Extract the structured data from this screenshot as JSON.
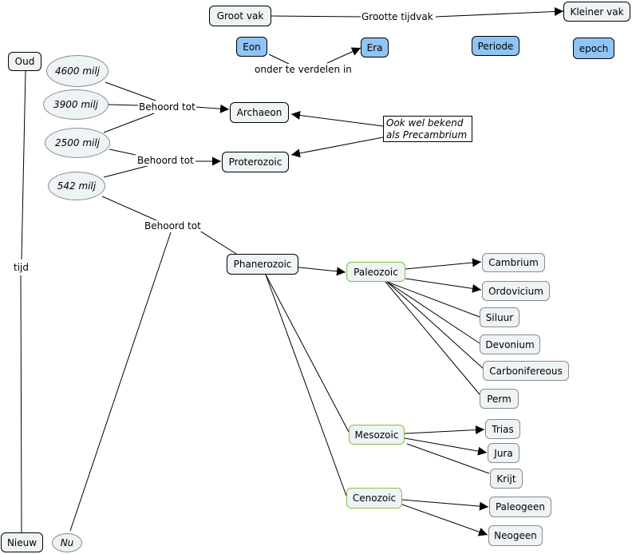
{
  "legend": {
    "groot_vak": "Groot vak",
    "grootte_tijdvak": "Grootte tijdvak",
    "kleiner_vak": "Kleiner vak",
    "eon": "Eon",
    "era": "Era",
    "periode": "Periode",
    "epoch": "epoch",
    "onder_te_verdelen": "onder te verdelen in"
  },
  "timeline": {
    "oud": "Oud",
    "nieuw": "Nieuw",
    "tijd": "tijd"
  },
  "times": {
    "t4600": "4600 milj",
    "t3900": "3900 milj",
    "t2500": "2500 milj",
    "t542": "542 milj",
    "nu": "Nu"
  },
  "links": {
    "behoord_tot_1": "Behoord tot",
    "behoord_tot_2": "Behoord tot",
    "behoord_tot_3": "Behoord tot"
  },
  "eons": {
    "archaeon": "Archaeon",
    "proterozoic": "Proterozoic",
    "phanerozoic": "Phanerozoic"
  },
  "note": {
    "line1": "Ook wel bekend",
    "line2": "als Precambrium"
  },
  "eras": {
    "paleozoic": "Paleozoic",
    "mesozoic": "Mesozoic",
    "cenozoic": "Cenozoic"
  },
  "periods": {
    "cambrium": "Cambrium",
    "ordovicium": "Ordovicium",
    "siluur": "Siluur",
    "devonium": "Devonium",
    "carboniferous": "Carbonifereous",
    "perm": "Perm",
    "trias": "Trias",
    "jura": "Jura",
    "krijt": "Krijt",
    "paleogeen": "Paleogeen",
    "neogeen": "Neogeen"
  }
}
